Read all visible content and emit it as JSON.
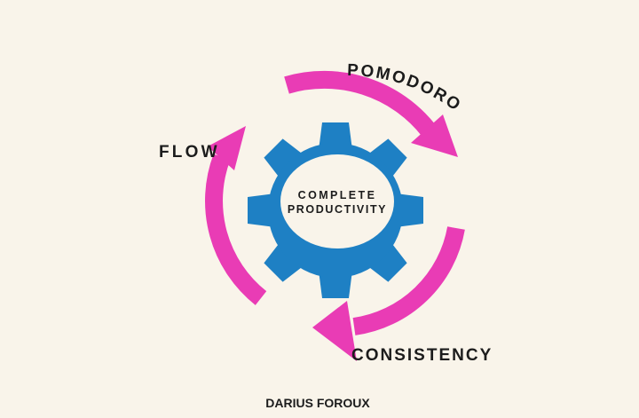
{
  "title": "Complete Productivity cycle diagram",
  "colors": {
    "background": "#f9f4ea",
    "arrow_pink": "#e93cb5",
    "gear_blue": "#1e80c4",
    "ink": "#1c1c1c"
  },
  "hub": {
    "line1": "COMPLETE",
    "line2": "PRODUCTIVITY"
  },
  "cycle": {
    "top_label": "POMODORO",
    "bottom_label": "CONSISTENCY",
    "left_label": "FLOW",
    "order": [
      "POMODORO",
      "CONSISTENCY",
      "FLOW"
    ]
  },
  "signature": "DARIUS FOROUX"
}
